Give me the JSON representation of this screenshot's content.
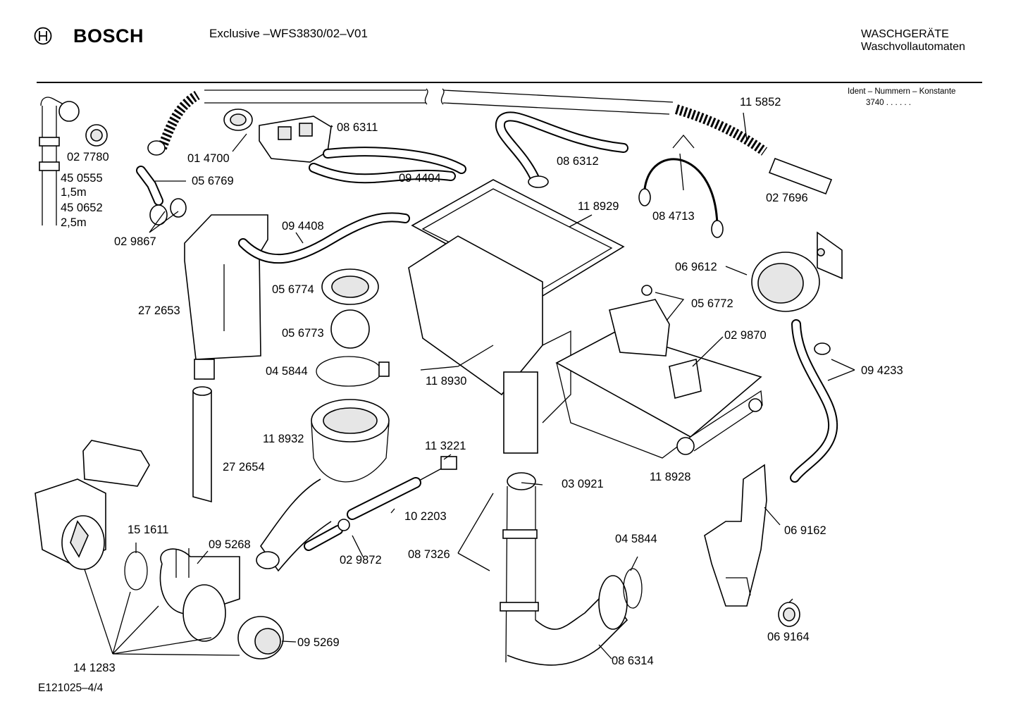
{
  "header": {
    "brand": "BOSCH",
    "model": "Exclusive –WFS3830/02–V01",
    "category_line1": "WASCHGERÄTE",
    "category_line2": "Waschvollautomaten"
  },
  "ident": {
    "title": "Ident – Nummern – Konstante",
    "value": "3740 .  .  .  .  .  ."
  },
  "footer": {
    "code": "E121025–4/4"
  },
  "part_labels": {
    "p027780": "02 7780",
    "p450555": "45 0555",
    "len15": "1,5m",
    "p450652": "45 0652",
    "len25": "2,5m",
    "p029867": "02 9867",
    "p014700": "01 4700",
    "p056769": "05 6769",
    "p086311": "08 6311",
    "p094404": "09 4404",
    "p094408": "09 4408",
    "p086312": "08 6312",
    "p115852": "11 5852",
    "p027696": "02 7696",
    "p084713": "08 4713",
    "p118929": "11 8929",
    "p272653": "27 2653",
    "p056774": "05 6774",
    "p056773": "05 6773",
    "p045844a": "04 5844",
    "p118930": "11 8930",
    "p069612": "06 9612",
    "p056772": "05 6772",
    "p029870": "02 9870",
    "p094233": "09 4233",
    "p118932": "11 8932",
    "p113221": "11 3221",
    "p272654": "27 2654",
    "p030921": "03 0921",
    "p118928": "11 8928",
    "p102203": "10 2203",
    "p151611": "15 1611",
    "p095268": "09 5268",
    "p029872": "02 9872",
    "p087326": "08 7326",
    "p045844b": "04 5844",
    "p069162": "06 9162",
    "p095269": "09 5269",
    "p086314": "08 6314",
    "p069164": "06 9164",
    "p141283": "14 1283"
  }
}
